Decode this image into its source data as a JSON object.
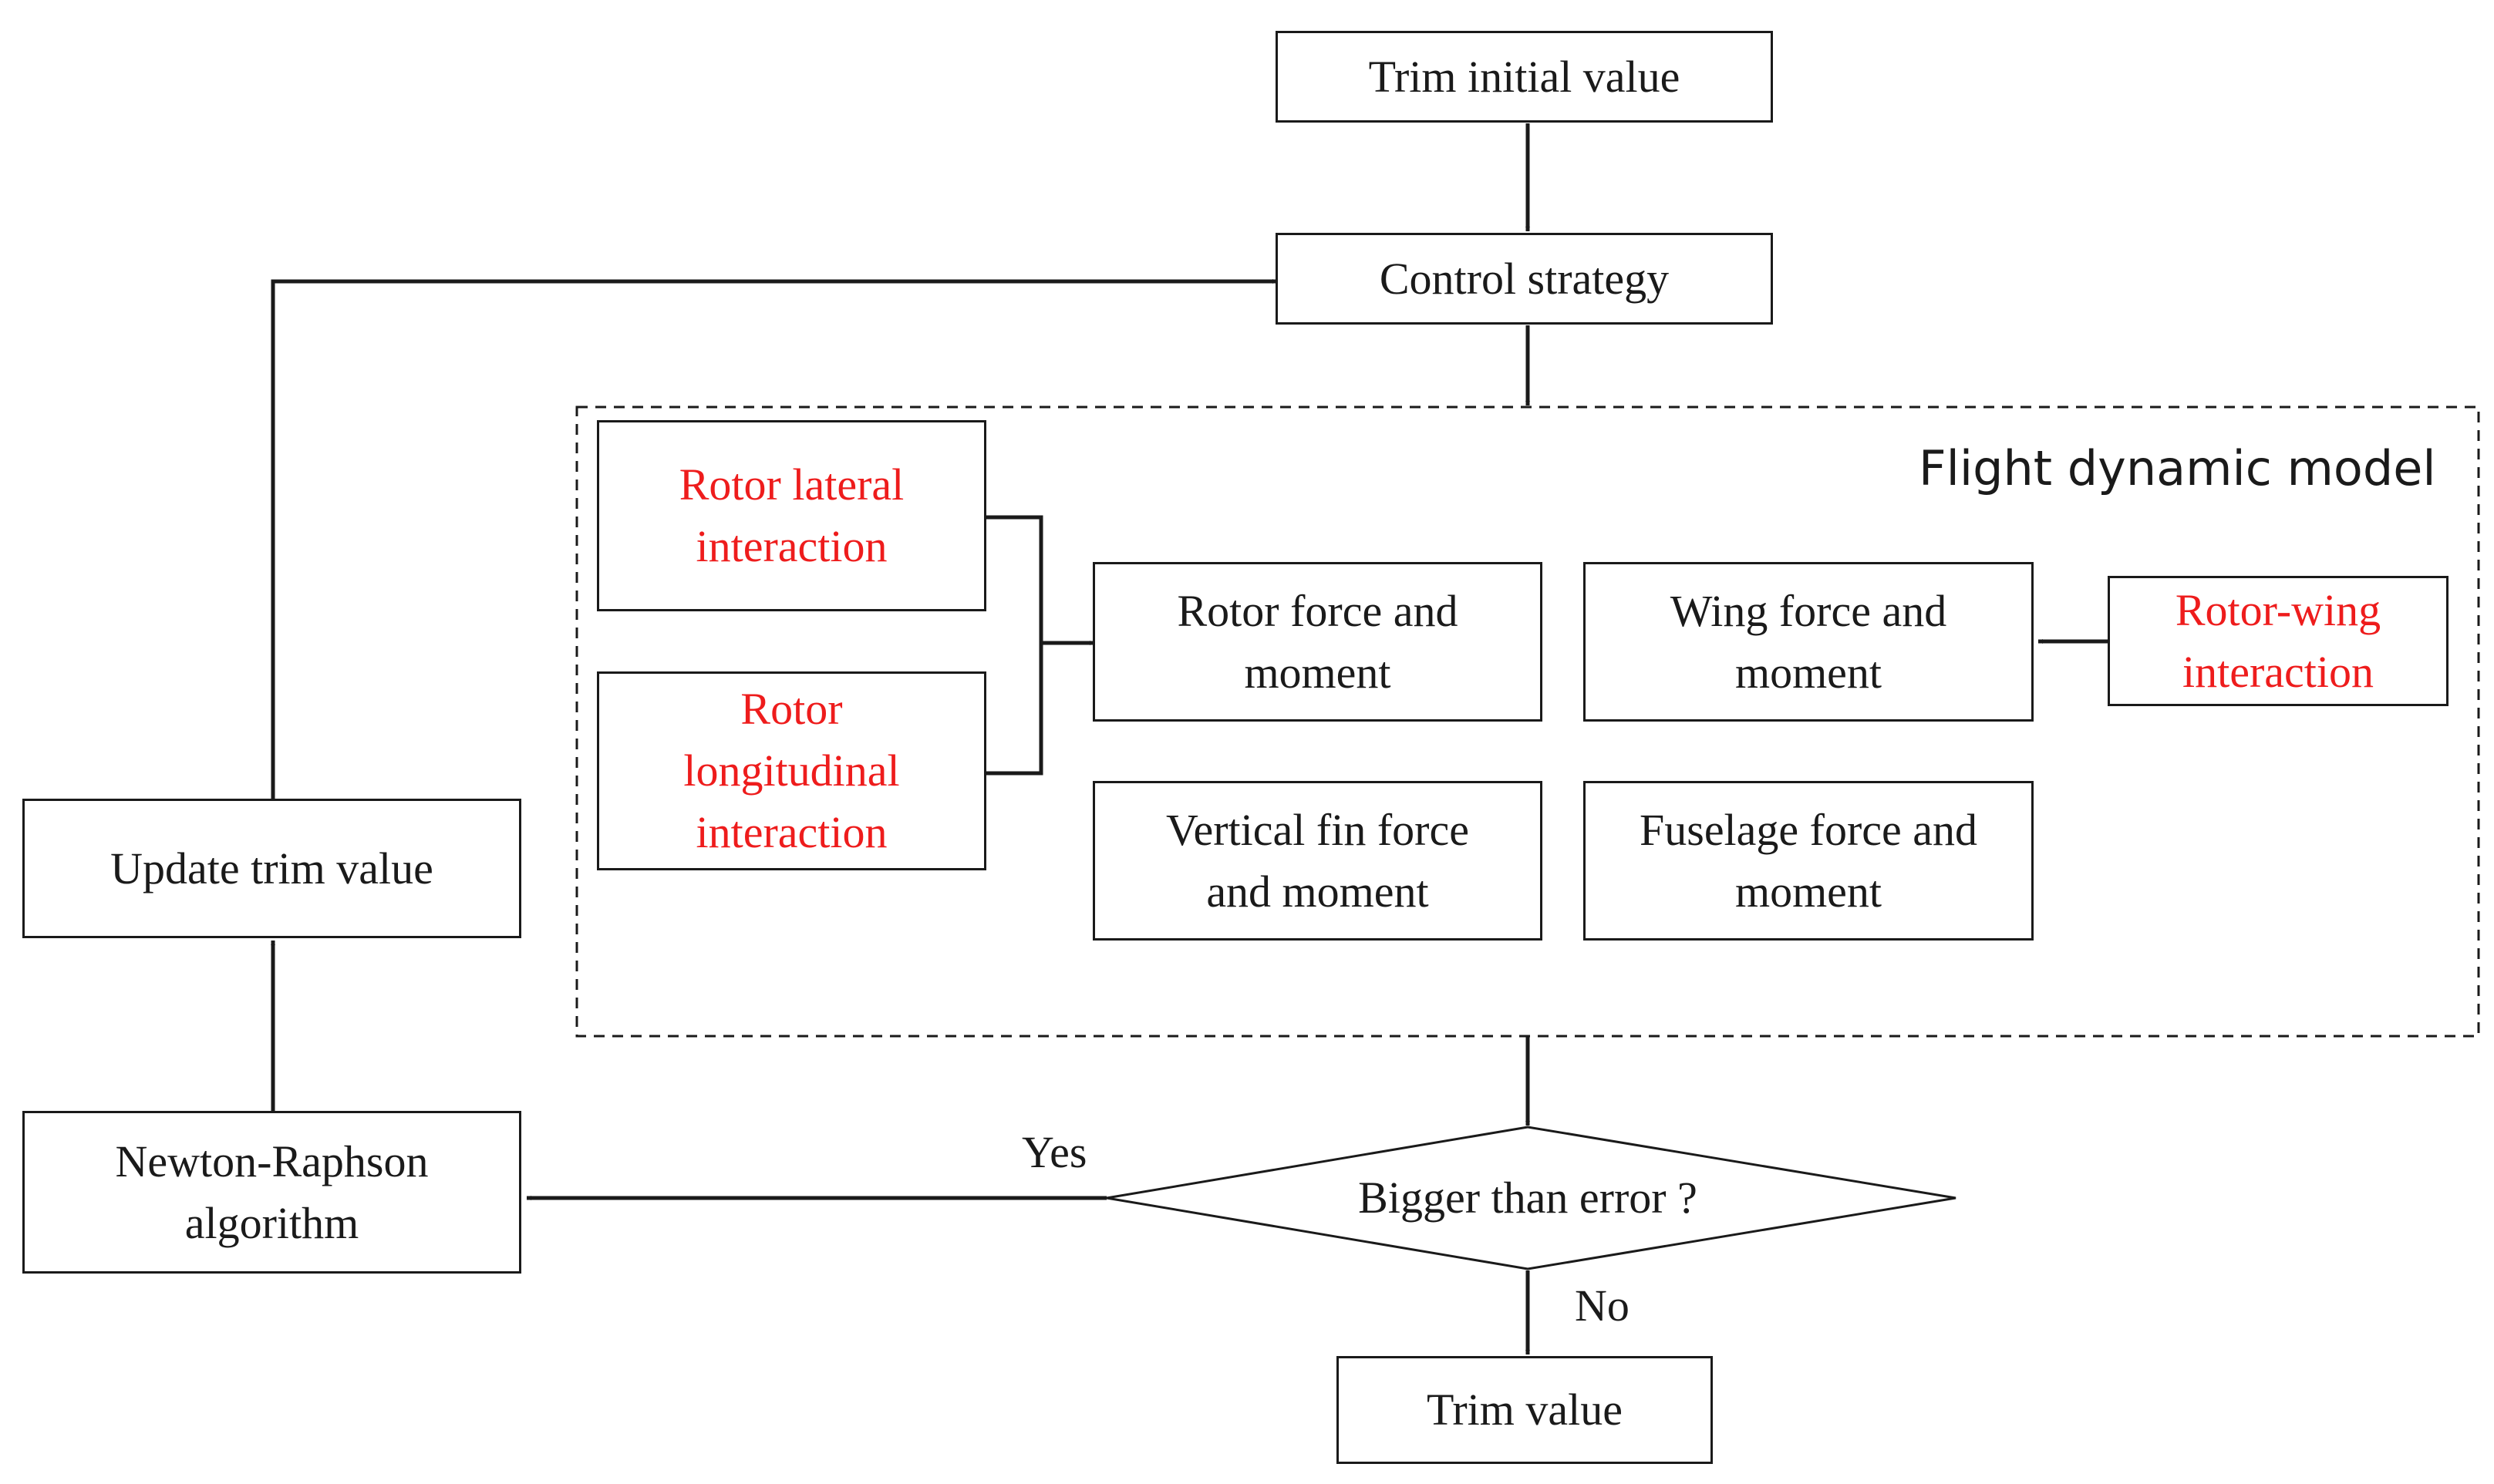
{
  "colors": {
    "stroke": "#1a1a1a",
    "highlight": "#ee1c1c"
  },
  "nodes": {
    "trim_initial": "Trim initial value",
    "control_strategy": "Control strategy",
    "flight_model_label": "Flight dynamic model",
    "rotor_lateral": "Rotor lateral\ninteraction",
    "rotor_longitudinal": "Rotor\nlongitudinal\ninteraction",
    "rotor_force": "Rotor force and\nmoment",
    "wing_force": "Wing force and\nmoment",
    "rotor_wing": "Rotor-wing\ninteraction",
    "vertical_fin": "Vertical fin force\nand moment",
    "fuselage": "Fuselage force and\nmoment",
    "update_trim": "Update trim value",
    "newton_raphson": "Newton-Raphson\nalgorithm",
    "decision": "Bigger than error ?",
    "trim_value": "Trim value"
  },
  "edge_labels": {
    "yes": "Yes",
    "no": "No"
  }
}
